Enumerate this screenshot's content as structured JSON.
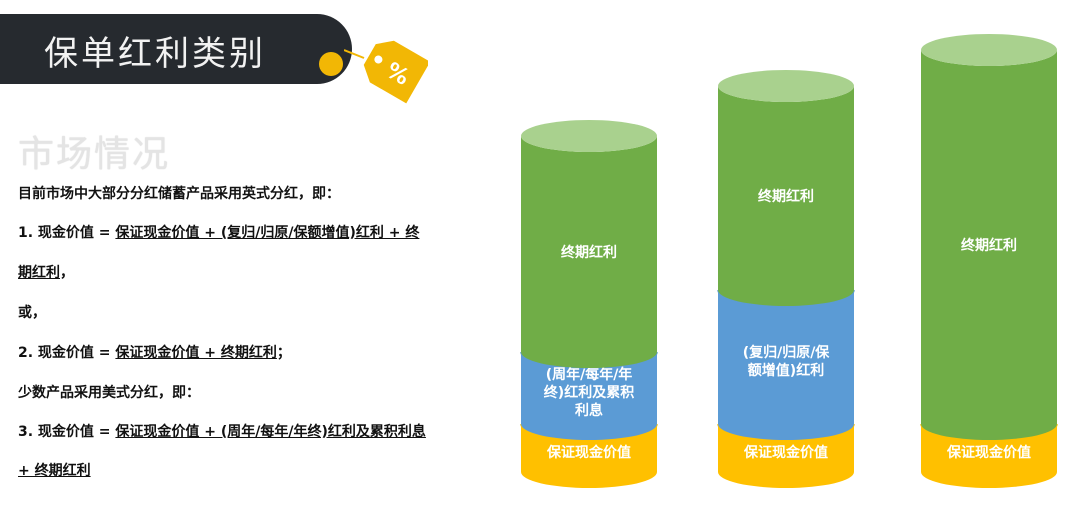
{
  "header": {
    "title": "保单红利类别",
    "tag_symbol": "%"
  },
  "section": {
    "heading": "市场情况"
  },
  "text": {
    "intro": "目前市场中大部分分红储蓄产品采用英式分红，即：",
    "item1_prefix": "1.  现金价值 = ",
    "item1_underlined_a": "保证现金价值 + (复归/归原/保额增值)红利 + 终",
    "item1_underlined_b": "期红利",
    "item1_suffix": "，",
    "or": "或，",
    "item2_prefix": "2.  现金价值 = ",
    "item2_underlined": "保证现金价值 + 终期红利",
    "item2_suffix": "；",
    "minority": "少数产品采用美式分红，即：",
    "item3_prefix": "3.  现金价值 = ",
    "item3_underlined_a": "保证现金价值 + (周年/每年/年终)红利及累积利息",
    "item3_underlined_b": "+ 终期红利"
  },
  "diagram": {
    "colors": {
      "green": "#70ad47",
      "green_top": "#a9d18e",
      "blue": "#5b9bd5",
      "gold": "#ffc000"
    },
    "cylinders": [
      {
        "segments": [
          {
            "label": "保证现金价值",
            "color": "gold"
          },
          {
            "label": "(周年/每年/年终)红利及累积利息",
            "lines": [
              "(周年/每年/年",
              "终)红利及累积",
              "利息"
            ],
            "color": "blue"
          },
          {
            "label": "终期红利",
            "color": "green"
          }
        ]
      },
      {
        "segments": [
          {
            "label": "保证现金价值",
            "color": "gold"
          },
          {
            "label": "(复归/归原/保额增值)红利",
            "lines": [
              "(复归/归原/保",
              "额增值)红利"
            ],
            "color": "blue"
          },
          {
            "label": "终期红利",
            "color": "green"
          }
        ]
      },
      {
        "segments": [
          {
            "label": "保证现金价值",
            "color": "gold"
          },
          {
            "label": "终期红利",
            "color": "green"
          }
        ]
      }
    ]
  }
}
